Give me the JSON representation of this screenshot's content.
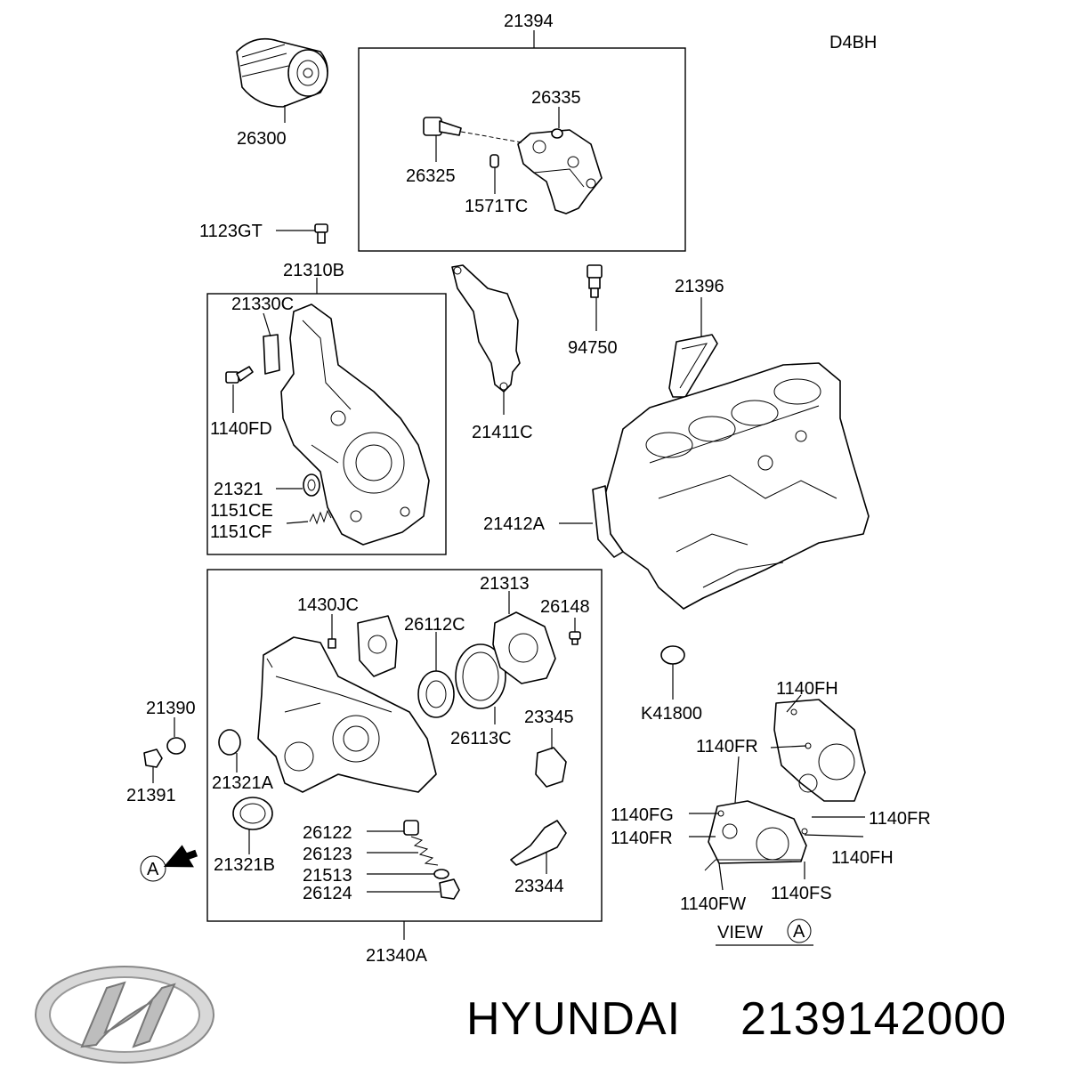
{
  "engine_code": "D4BH",
  "brand": "HYUNDAI",
  "part_number": "2139142000",
  "view_label": "VIEW",
  "view_marker": "A",
  "arrow_marker": "A",
  "labels": {
    "p21394": "21394",
    "p26300": "26300",
    "p26335": "26335",
    "p26325": "26325",
    "p1571TC": "1571TC",
    "p1123GT": "1123GT",
    "p21310B": "21310B",
    "p21330C": "21330C",
    "p1140FD": "1140FD",
    "p21321": "21321",
    "p1151CE": "1151CE",
    "p1151CF": "1151CF",
    "p21411C": "21411C",
    "p94750": "94750",
    "p21396": "21396",
    "p21412A": "21412A",
    "p1430JC": "1430JC",
    "p26112C": "26112C",
    "p21313": "21313",
    "p26148": "26148",
    "p26113C": "26113C",
    "p23345": "23345",
    "p21390": "21390",
    "p21391": "21391",
    "p21321A": "21321A",
    "p21321B": "21321B",
    "p26122": "26122",
    "p26123": "26123",
    "p21513": "21513",
    "p26124": "26124",
    "p23344": "23344",
    "p21340A": "21340A",
    "pK41800": "K41800",
    "p1140FH_a": "1140FH",
    "p1140FR_a": "1140FR",
    "p1140FG": "1140FG",
    "p1140FR_b": "1140FR",
    "p1140FR_c": "1140FR",
    "p1140FH_b": "1140FH",
    "p1140FW": "1140FW",
    "p1140FS": "1140FS"
  }
}
